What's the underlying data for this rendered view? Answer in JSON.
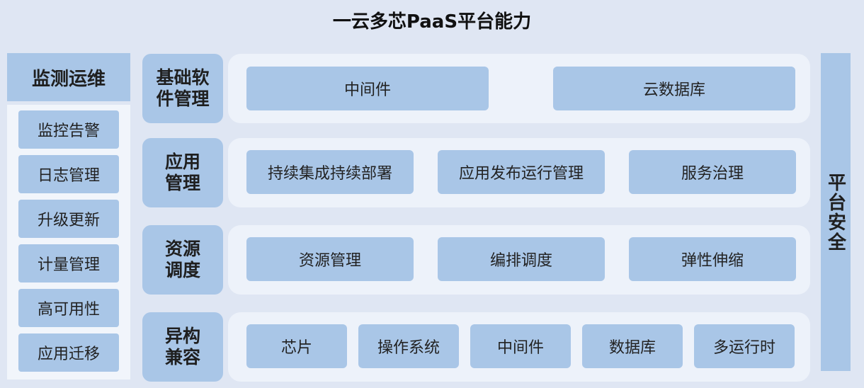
{
  "title": "一云多芯PaaS平台能力",
  "left": {
    "header": "监测运维",
    "items": [
      "监控告警",
      "日志管理",
      "升级更新",
      "计量管理",
      "高可用性",
      "应用迁移"
    ]
  },
  "rows": [
    {
      "label": "基础软件管理",
      "items": [
        "中间件",
        "云数据库"
      ]
    },
    {
      "label": "应用管理",
      "items": [
        "持续集成持续部署",
        "应用发布运行管理",
        "服务治理"
      ]
    },
    {
      "label": "资源调度",
      "items": [
        "资源管理",
        "编排调度",
        "弹性伸缩"
      ]
    },
    {
      "label": "异构兼容",
      "items": [
        "芯片",
        "操作系统",
        "中间件",
        "数据库",
        "多运行时"
      ]
    }
  ],
  "right": {
    "label": "平台安全"
  }
}
